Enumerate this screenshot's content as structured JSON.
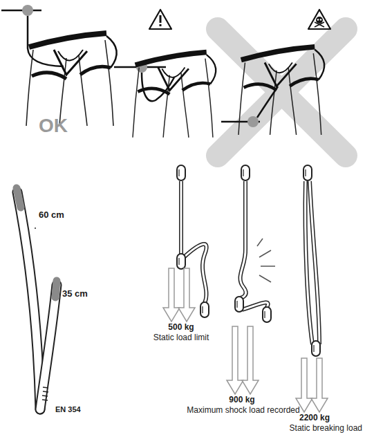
{
  "diagram": {
    "labels": [
      "OK",
      "60 cm",
      "35 cm",
      "EN 354",
      "500 kg",
      "Static load limit",
      "900 kg",
      "Maximum shock load recorded",
      "2200 kg",
      "Static breaking load"
    ]
  }
}
